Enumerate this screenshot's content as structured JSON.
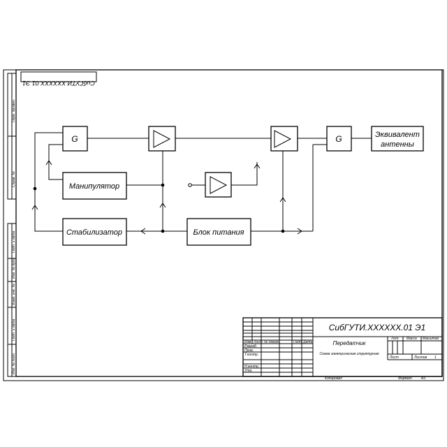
{
  "stamp_code_rotated": "СибГУТИ.XXXXXX.01 Э1",
  "left_strip": [
    "Перв. примен.",
    "Справ. №",
    "Подп. и дата",
    "Инв. № дубл.",
    "Взам. инв. №",
    "Подп. и дата",
    "Инв. № подл."
  ],
  "blocks": {
    "gen1": "G",
    "gen2": "G",
    "manipulator": "Манипулятор",
    "stabilizer": "Стабилизатор",
    "power_supply": "Блок питания",
    "antenna": [
      "Эквивалент",
      "антенны"
    ]
  },
  "title_block": {
    "code": "СибГУТИ.XXXXXX.01 Э1",
    "product_name": "Передатчик",
    "doc_type": "Схема электрическая структурная",
    "columns": [
      "Изм",
      "Лист",
      "№ докум.",
      "Подп.",
      "Дата"
    ],
    "roles": [
      "Разраб.",
      "Пров.",
      "Т.контр.",
      "",
      "Н.контр.",
      "Утв."
    ],
    "lit_label": "Лит.",
    "mass_label": "Масса",
    "scale_label": "Масштаб",
    "sheet_label": "Лист",
    "sheets_label": "Листов",
    "sheets_value": "1"
  },
  "footer": {
    "copied": "Копировал",
    "format_label": "Формат",
    "format_value": "A3"
  }
}
